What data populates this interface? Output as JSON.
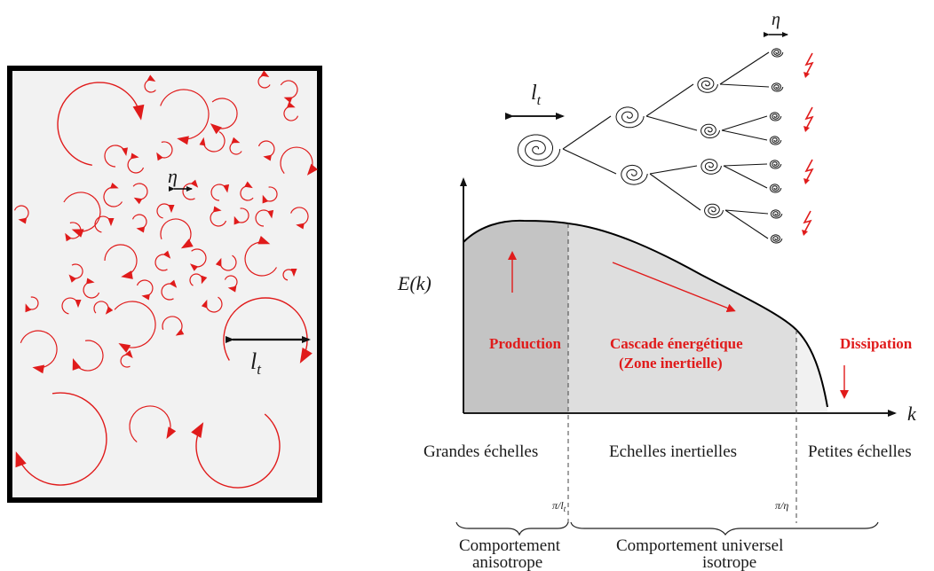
{
  "left_panel": {
    "eta_symbol": "η",
    "lt_symbol": "l",
    "lt_subscript": "t"
  },
  "cascade": {
    "eta_symbol": "η",
    "lt_symbol": "l",
    "lt_subscript": "t"
  },
  "spectrum": {
    "y_axis_label": "E(k)",
    "x_axis_label": "k",
    "regions": {
      "production": "Production",
      "cascade_line1": "Cascade énergétique",
      "cascade_line2": "(Zone inertielle)",
      "dissipation": "Dissipation"
    },
    "scales": {
      "large": "Grandes échelles",
      "inertial": "Echelles inertielles",
      "small": "Petites échelles"
    },
    "boundaries": {
      "left": "π/l",
      "left_sub": "t",
      "right": "π/η"
    },
    "behaviour": {
      "anisotropic_line1": "Comportement",
      "anisotropic_line2": "anisotrope",
      "universal_line1": "Comportement universel",
      "universal_line2": "isotrope"
    }
  },
  "colors": {
    "accent": "#e01b1b",
    "panel_bg": "#f2f2f2",
    "region_production": "#c4c4c4",
    "region_inertial": "#dedede",
    "region_dissipation": "#f1f1f1"
  }
}
